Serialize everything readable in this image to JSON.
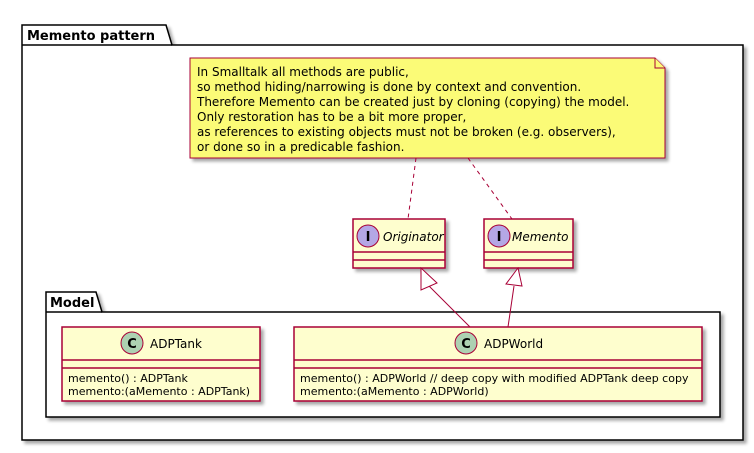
{
  "outer_package": {
    "title": "Memento pattern"
  },
  "inner_package": {
    "title": "Model"
  },
  "note": {
    "lines": [
      "In Smalltalk all methods are public,",
      "so method hiding/narrowing is done by context and convention.",
      "Therefore Memento can be created just by cloning (copying) the model.",
      "Only restoration has to be a bit more proper,",
      "as references to existing objects must not be broken (e.g. observers),",
      "or done so in a predicable fashion."
    ]
  },
  "interfaces": {
    "originator": {
      "stereotype": "I",
      "name": "Originator"
    },
    "memento": {
      "stereotype": "I",
      "name": "Memento"
    }
  },
  "classes": {
    "adptank": {
      "stereotype": "C",
      "name": "ADPTank",
      "methods": [
        "memento() : ADPTank",
        "memento:(aMemento : ADPTank)"
      ]
    },
    "adpworld": {
      "stereotype": "C",
      "name": "ADPWorld",
      "methods": [
        "memento() : ADPWorld // deep copy with modified ADPTank deep copy",
        "memento:(aMemento : ADPWorld)"
      ]
    }
  },
  "colors": {
    "border": "#A80036",
    "class_fill": "#FEFECE",
    "note_fill": "#FBFB77",
    "interface_badge": "#B4A7E5",
    "class_badge": "#ADD1B2",
    "shadow": "#c8c8c8"
  }
}
